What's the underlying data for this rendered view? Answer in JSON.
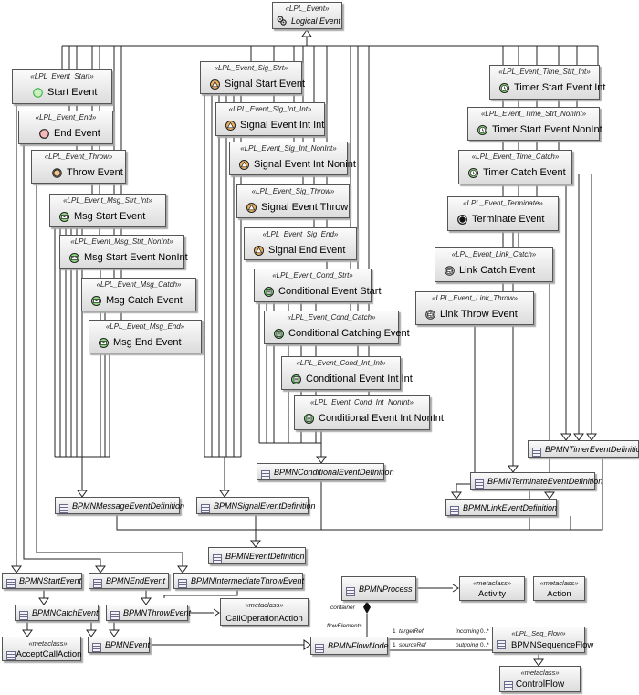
{
  "root": {
    "stereotype": "«LPL_Event»",
    "name": "Logical Event"
  },
  "events": [
    {
      "id": "start",
      "stereotype": "«LPL_Event_Start»",
      "name": "Start Event",
      "icon": "start-event-icon"
    },
    {
      "id": "end",
      "stereotype": "«LPL_Event_End»",
      "name": "End Event",
      "icon": "end-event-icon"
    },
    {
      "id": "throw",
      "stereotype": "«LPL_Event_Throw»",
      "name": "Throw Event",
      "icon": "throw-event-icon"
    },
    {
      "id": "msg-start",
      "stereotype": "«LPL_Event_Msg_Strt_Int»",
      "name": "Msg Start Event",
      "icon": "envelope-icon"
    },
    {
      "id": "msg-start-nonint",
      "stereotype": "«LPL_Event_Msg_Strt_NonInt»",
      "name": "Msg Start Event NonInt",
      "icon": "envelope-icon"
    },
    {
      "id": "msg-catch",
      "stereotype": "«LPL_Event_Msg_Catch»",
      "name": "Msg Catch Event",
      "icon": "envelope-icon"
    },
    {
      "id": "msg-end",
      "stereotype": "«LPL_Event_Msg_End»",
      "name": "Msg End Event",
      "icon": "envelope-icon"
    },
    {
      "id": "sig-start",
      "stereotype": "«LPL_Event_Sig_Strt»",
      "name": "Signal Start Event",
      "icon": "triangle-icon"
    },
    {
      "id": "sig-int",
      "stereotype": "«LPL_Event_Sig_Int_Int»",
      "name": "Signal Event Int Int",
      "icon": "triangle-icon"
    },
    {
      "id": "sig-nonint",
      "stereotype": "«LPL_Event_Sig_Int_NonInt»",
      "name": "Signal Event Int Nonint",
      "icon": "triangle-icon"
    },
    {
      "id": "sig-throw",
      "stereotype": "«LPL_Event_Sig_Throw»",
      "name": "Signal Event Throw",
      "icon": "triangle-icon"
    },
    {
      "id": "sig-end",
      "stereotype": "«LPL_Event_Sig_End»",
      "name": "Signal End Event",
      "icon": "triangle-icon"
    },
    {
      "id": "cond-start",
      "stereotype": "«LPL_Event_Cond_Strt»",
      "name": "Conditional Event Start",
      "icon": "condition-icon"
    },
    {
      "id": "cond-catch",
      "stereotype": "«LPL_Event_Cond_Catch»",
      "name": "Conditional Catching Event",
      "icon": "condition-icon"
    },
    {
      "id": "cond-int",
      "stereotype": "«LPL_Event_Cond_Int_Int»",
      "name": "Conditional Event Int Int",
      "icon": "condition-icon"
    },
    {
      "id": "cond-nonint",
      "stereotype": "«LPL_Event_Cond_Int_NonInt»",
      "name": "Conditional Event Int NonInt",
      "icon": "condition-icon"
    },
    {
      "id": "timer-start",
      "stereotype": "«LPL_Event_Time_Strt_Int»",
      "name": "Timer Start Event Int",
      "icon": "clock-icon"
    },
    {
      "id": "timer-start-nonint",
      "stereotype": "«LPL_Event_Time_Strt_NonInt»",
      "name": "Timer Start Event NonInt",
      "icon": "clock-icon"
    },
    {
      "id": "timer-catch",
      "stereotype": "«LPL_Event_Time_Catch»",
      "name": "Timer Catch Event",
      "icon": "clock-icon"
    },
    {
      "id": "terminate",
      "stereotype": "«LPL_Event_Terminate»",
      "name": "Terminate Event",
      "icon": "terminate-icon"
    },
    {
      "id": "link-catch",
      "stereotype": "«LPL_Event_Link_Catch»",
      "name": "Link Catch Event",
      "icon": "link-icon"
    },
    {
      "id": "link-throw",
      "stereotype": "«LPL_Event_Link_Throw»",
      "name": "Link Throw Event",
      "icon": "link-icon"
    }
  ],
  "classes": [
    {
      "id": "bpmn-message-def",
      "name": "BPMNMessageEventDefinition"
    },
    {
      "id": "bpmn-signal-def",
      "name": "BPMNSignalEventDefinition"
    },
    {
      "id": "bpmn-conditional-def",
      "name": "BPMNConditionalEventDefinition"
    },
    {
      "id": "bpmn-timer-def",
      "name": "BPMNTimerEventDefinition"
    },
    {
      "id": "bpmn-terminate-def",
      "name": "BPMNTerminateEventDefinition"
    },
    {
      "id": "bpmn-link-def",
      "name": "BPMNLinkEventDefinition"
    },
    {
      "id": "bpmn-event-def",
      "name": "BPMNEventDefinition"
    },
    {
      "id": "bpmn-start-event",
      "name": "BPMNStartEvent"
    },
    {
      "id": "bpmn-end-event",
      "name": "BPMNEndEvent"
    },
    {
      "id": "bpmn-intermediate-throw",
      "name": "BPMNIntermediateThrowEvent"
    },
    {
      "id": "bpmn-catch-event",
      "name": "BPMNCatchEvent"
    },
    {
      "id": "bpmn-throw-event",
      "name": "BPMNThrowEvent"
    },
    {
      "id": "bpmn-event",
      "name": "BPMNEvent"
    },
    {
      "id": "bpmn-process",
      "name": "BPMNProcess"
    },
    {
      "id": "bpmn-flow-node",
      "name": "BPMNFlowNode"
    },
    {
      "id": "control-flow",
      "name": "ControlFlow",
      "stereotype": "«metaclass»"
    }
  ],
  "metaclasses": [
    {
      "id": "call-operation",
      "stereotype": "«metaclass»",
      "name": "CallOperationAction"
    },
    {
      "id": "accept-call",
      "stereotype": "«metaclass»",
      "name": "AcceptCallAction"
    },
    {
      "id": "activity",
      "stereotype": "«metaclass»",
      "name": "Activity"
    },
    {
      "id": "action",
      "stereotype": "«metaclass»",
      "name": "Action"
    }
  ],
  "seqflow": {
    "stereotype": "«LPL_Seq_Flow»",
    "name": "BPMNSequenceFlow"
  },
  "labels": {
    "container": "container",
    "flow_elements": "flowElements",
    "target_mult": "1",
    "target_ref": "targetRef",
    "source_mult": "1",
    "source_ref": "sourceRef",
    "incoming": "incoming",
    "incoming_mult": "0..*",
    "outgoing": "outgoing",
    "outgoing_mult": "0..*"
  },
  "colors": {
    "start": "#c8f0c0",
    "end": "#f5b8b8",
    "throw": "#f7c58a",
    "msg": "#8fdc80",
    "signal": "#e8b060",
    "conditional": "#79d879",
    "timer": "#8fdc80",
    "border": "#555555"
  }
}
